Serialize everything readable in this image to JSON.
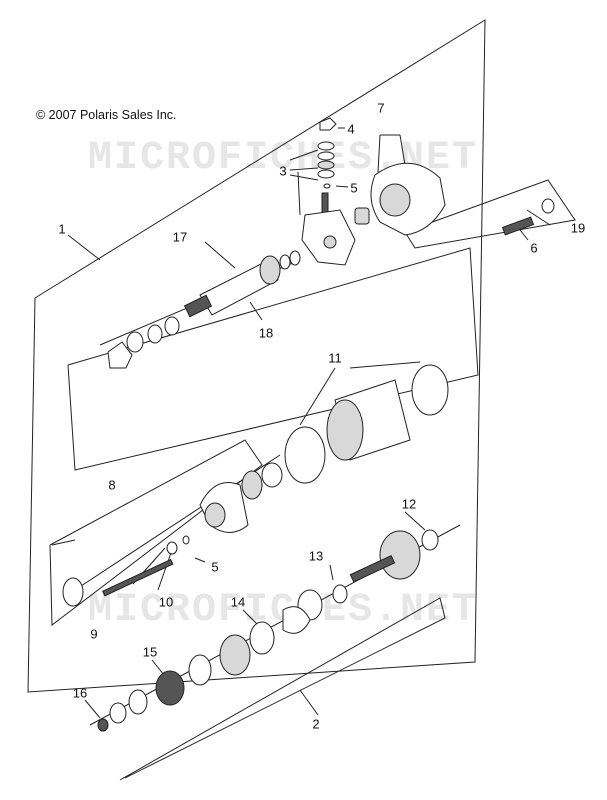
{
  "copyright": "© 2007 Polaris Sales Inc.",
  "watermark": "MICROFICHES.NET",
  "callouts": [
    "1",
    "2",
    "3",
    "4",
    "5",
    "5",
    "6",
    "7",
    "8",
    "9",
    "10",
    "11",
    "12",
    "13",
    "14",
    "15",
    "16",
    "17",
    "18",
    "19"
  ]
}
